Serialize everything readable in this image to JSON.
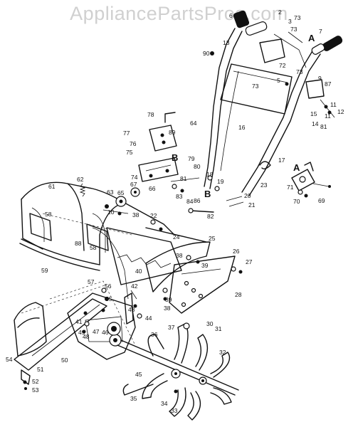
{
  "watermark": "AppliancePartsPros.com",
  "callouts": {
    "A1": "A",
    "A2": "A",
    "B1": "B",
    "B2": "B",
    "n2": "2",
    "n3": "3",
    "n5": "5",
    "n6": "6",
    "n7": "7",
    "n9": "9",
    "n10": "10",
    "n11a": "11",
    "n11b": "11",
    "n12": "12",
    "n13": "13",
    "n14": "14",
    "n15": "15",
    "n16": "16",
    "n17": "17",
    "n18": "18",
    "n19": "19",
    "n20": "20",
    "n21": "21",
    "n22": "22",
    "n23": "23",
    "n24": "24",
    "n25": "25",
    "n26": "26",
    "n27": "27",
    "n28": "28",
    "n30": "30",
    "n31": "31",
    "n32": "32",
    "n33": "33",
    "n34": "34",
    "n35": "35",
    "n36": "36",
    "n37": "37",
    "n38a": "38",
    "n38b": "38",
    "n38c": "38",
    "n39a": "39",
    "n39b": "39",
    "n40": "40",
    "n41": "41",
    "n42": "42",
    "n43": "43",
    "n44": "44",
    "n45": "45",
    "n46": "46",
    "n47": "47",
    "n48": "48",
    "n49": "49",
    "n50": "50",
    "n51": "51",
    "n52": "52",
    "n53": "53",
    "n54": "54",
    "n55": "55",
    "n56": "56",
    "n57": "57",
    "n58a": "58",
    "n58b": "58",
    "n59": "59",
    "n61": "61",
    "n62": "62",
    "n63": "63",
    "n64": "64",
    "n65": "65",
    "n66": "66",
    "n67": "67",
    "n69": "69",
    "n70": "70",
    "n71": "71",
    "n72": "72",
    "n73a": "73",
    "n73b": "73",
    "n73c": "73",
    "n73d": "73",
    "n74": "74",
    "n75": "75",
    "n76": "76",
    "n77": "77",
    "n78": "78",
    "n79": "79",
    "n80": "80",
    "n81a": "81",
    "n81b": "81",
    "n82": "82",
    "n83": "83",
    "n84": "84",
    "n86": "86",
    "n87": "87",
    "n88": "88",
    "n89": "89",
    "n90": "90"
  }
}
